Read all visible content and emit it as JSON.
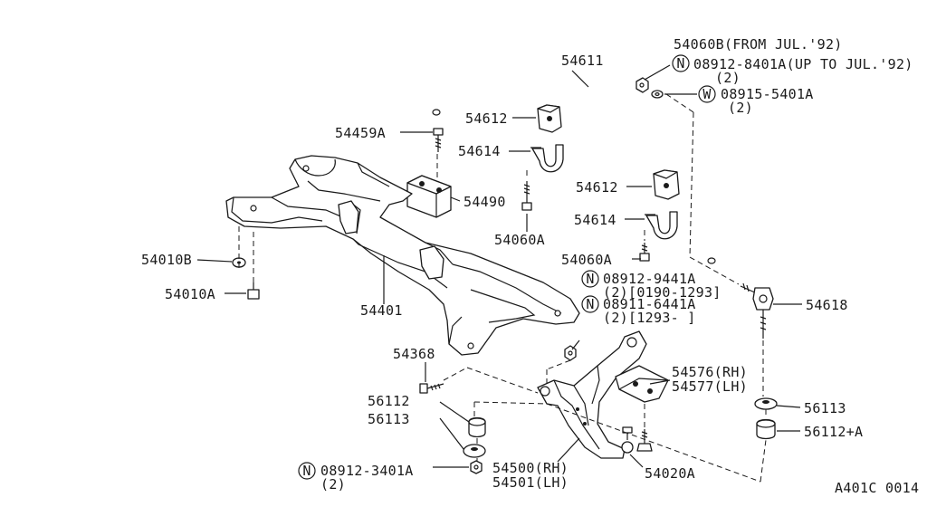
{
  "diagram_code": "A401C 0014",
  "labels": {
    "p54060B": "54060B(FROM JUL.'92)",
    "n08912_8401A": "08912-8401A(UP TO JUL.'92)",
    "n08912_8401A_qty": "(2)",
    "p54611": "54611",
    "w08915_5401A": "08915-5401A",
    "w08915_5401A_qty": "(2)",
    "p54612a": "54612",
    "p54459A": "54459A",
    "p54614a": "54614",
    "p54490": "54490",
    "p54060A_a": "54060A",
    "p54612b": "54612",
    "p54614b": "54614",
    "p54060A_b": "54060A",
    "p54010B": "54010B",
    "p54010A": "54010A",
    "n08912_9441A": "08912-9441A",
    "n08912_9441A_qty": "(2)[0190-1293]",
    "n08911_6441A": "08911-6441A",
    "n08911_6441A_qty": "(2)[1293-     ]",
    "p54618": "54618",
    "p54401": "54401",
    "p54368": "54368",
    "p54576": "54576(RH)",
    "p54577": "54577(LH)",
    "p56112": "56112",
    "p56113a": "56113",
    "p56113b": "56113",
    "p56112A": "56112+A",
    "p54500": "54500(RH)",
    "p54501": "54501(LH)",
    "p54020A": "54020A",
    "n08912_3401A": "08912-3401A",
    "n08912_3401A_qty": "(2)"
  },
  "symbols": {
    "nut_marker": "N",
    "washer_marker": "W"
  }
}
